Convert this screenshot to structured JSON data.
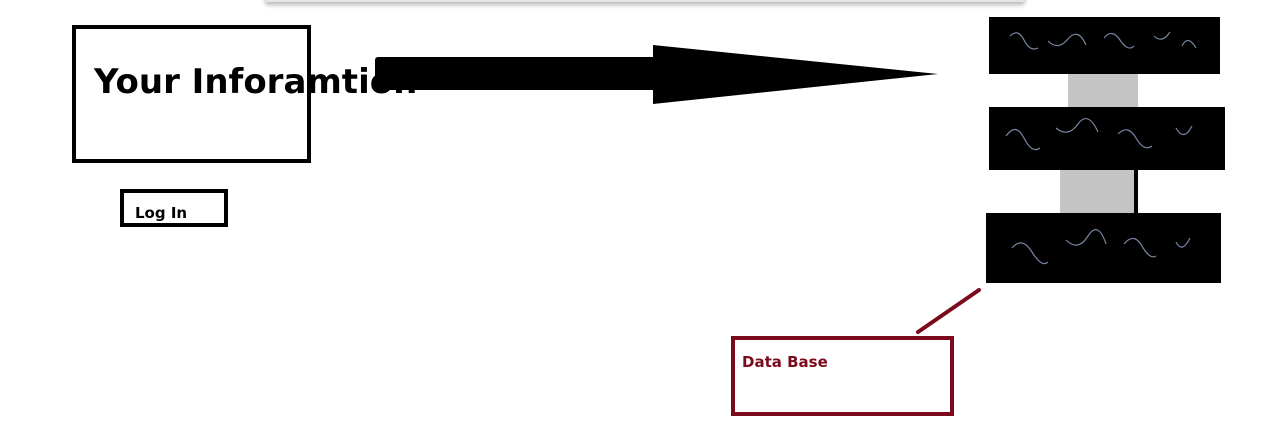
{
  "info_box": {
    "label": "Your Inforamtion"
  },
  "login": {
    "label": "Log In"
  },
  "database": {
    "label": "Data Base"
  },
  "colors": {
    "stroke": "#000000",
    "connector": "#c4c4c4",
    "accent": "#7a0a1c",
    "scribble": "#9fb3d8"
  }
}
